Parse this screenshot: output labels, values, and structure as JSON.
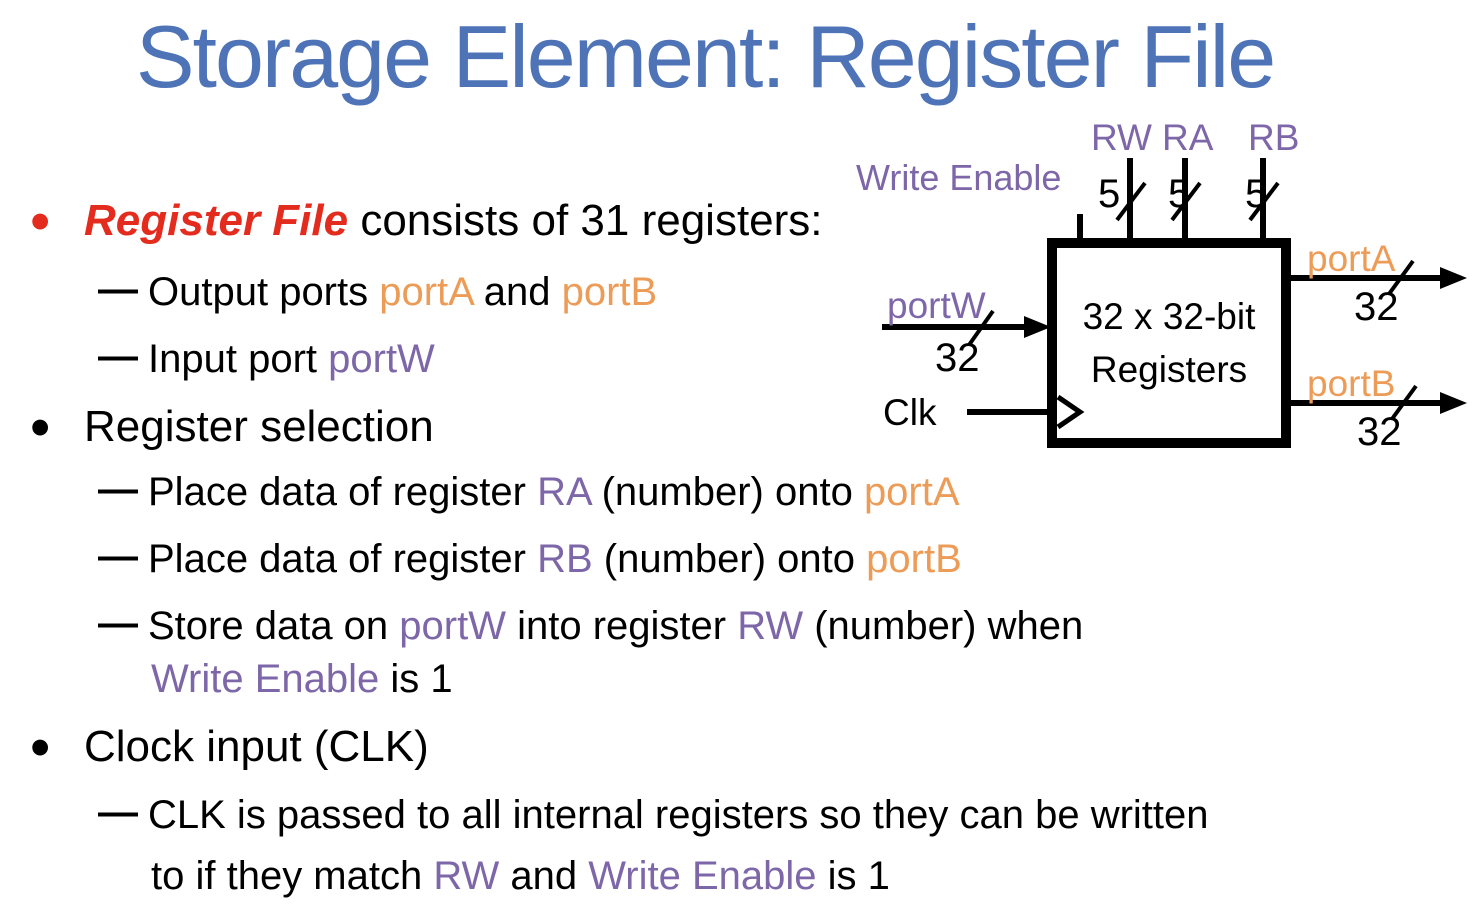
{
  "slide": {
    "title": "Storage Element: Register File"
  },
  "palette": {
    "title_blue": "#4E74B7",
    "red": "#E32B1E",
    "orange": "#EC9C57",
    "purple": "#7D67A8",
    "wire_black": "#000000"
  },
  "markers": {
    "bullet": "•",
    "dash": "—"
  },
  "content": {
    "b1_term": "Register File",
    "b1_rest": " consists of 31 registers:",
    "s11_a": "Output ports ",
    "s11_porta": "portA",
    "s11_b": " and ",
    "s11_portb": "portB",
    "s12_a": "Input port ",
    "s12_portw": "portW",
    "b2": "Register selection",
    "s21_a": "Place data of register ",
    "s21_ra": "RA",
    "s21_b": " (number) onto ",
    "s21_porta": "portA",
    "s22_a": "Place data of register ",
    "s22_rb": "RB",
    "s22_b": " (number) onto ",
    "s22_portb": "portB",
    "s23_a": "Store data on ",
    "s23_portw": "portW",
    "s23_b": " into register ",
    "s23_rw": "RW",
    "s23_c": " (number) when",
    "s23_we": "Write Enable",
    "s23_d": " is 1",
    "b3": "Clock input (CLK)",
    "s31_line1": "CLK is passed to all internal registers so they can be written",
    "s31_a": "to if they match ",
    "s31_rw": "RW",
    "s31_b": " and ",
    "s31_we": "Write Enable",
    "s31_c": " is 1"
  },
  "diagram": {
    "write_enable": "Write Enable",
    "rw": "RW",
    "ra": "RA",
    "rb": "RB",
    "rw_width": "5",
    "ra_width": "5",
    "rb_width": "5",
    "box_line1": "32 x 32-bit",
    "box_line2": "Registers",
    "portw": "portW",
    "portw_width": "32",
    "clk": "Clk",
    "porta": "portA",
    "porta_width": "32",
    "portb": "portB",
    "portb_width": "32"
  }
}
